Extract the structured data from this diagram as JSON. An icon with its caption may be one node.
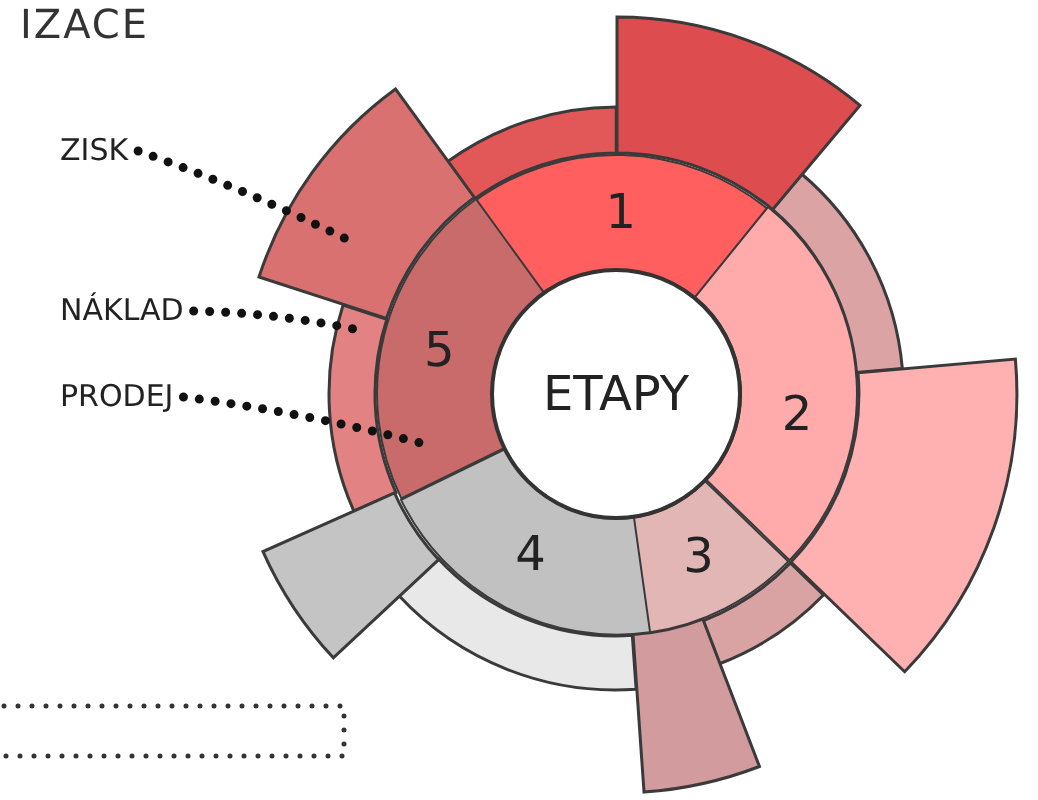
{
  "diagram": {
    "title": "IZACE",
    "nodes": [
      {
        "text": [
          "ETAPY"
        ]
      },
      {
        "text": [
          "1"
        ]
      },
      {
        "text": [
          "2"
        ]
      },
      {
        "text": [
          "3"
        ]
      },
      {
        "text": [
          "4"
        ]
      },
      {
        "text": [
          "5"
        ]
      },
      {
        "text": [],
        "shape": "band"
      },
      {
        "text": [],
        "shape": "band"
      },
      {
        "text": [],
        "shape": "band"
      },
      {
        "text": [],
        "shape": "band"
      },
      {
        "text": [],
        "shape": "band"
      },
      {
        "text": [],
        "shape": "wedge"
      },
      {
        "text": [],
        "shape": "wedge"
      },
      {
        "text": [],
        "shape": "wedge"
      },
      {
        "text": [],
        "shape": "wedge"
      },
      {
        "text": [],
        "shape": "wedge"
      },
      {
        "text": [
          "ZISK"
        ]
      },
      {
        "text": [
          "NÁKLAD"
        ]
      },
      {
        "text": [
          "PRODEJ"
        ]
      }
    ],
    "edges": [
      {
        "from": 16,
        "to": 15,
        "arrow": "none"
      },
      {
        "from": 17,
        "to": 10,
        "arrow": "none"
      },
      {
        "from": 18,
        "to": 5,
        "arrow": "none"
      }
    ]
  }
}
